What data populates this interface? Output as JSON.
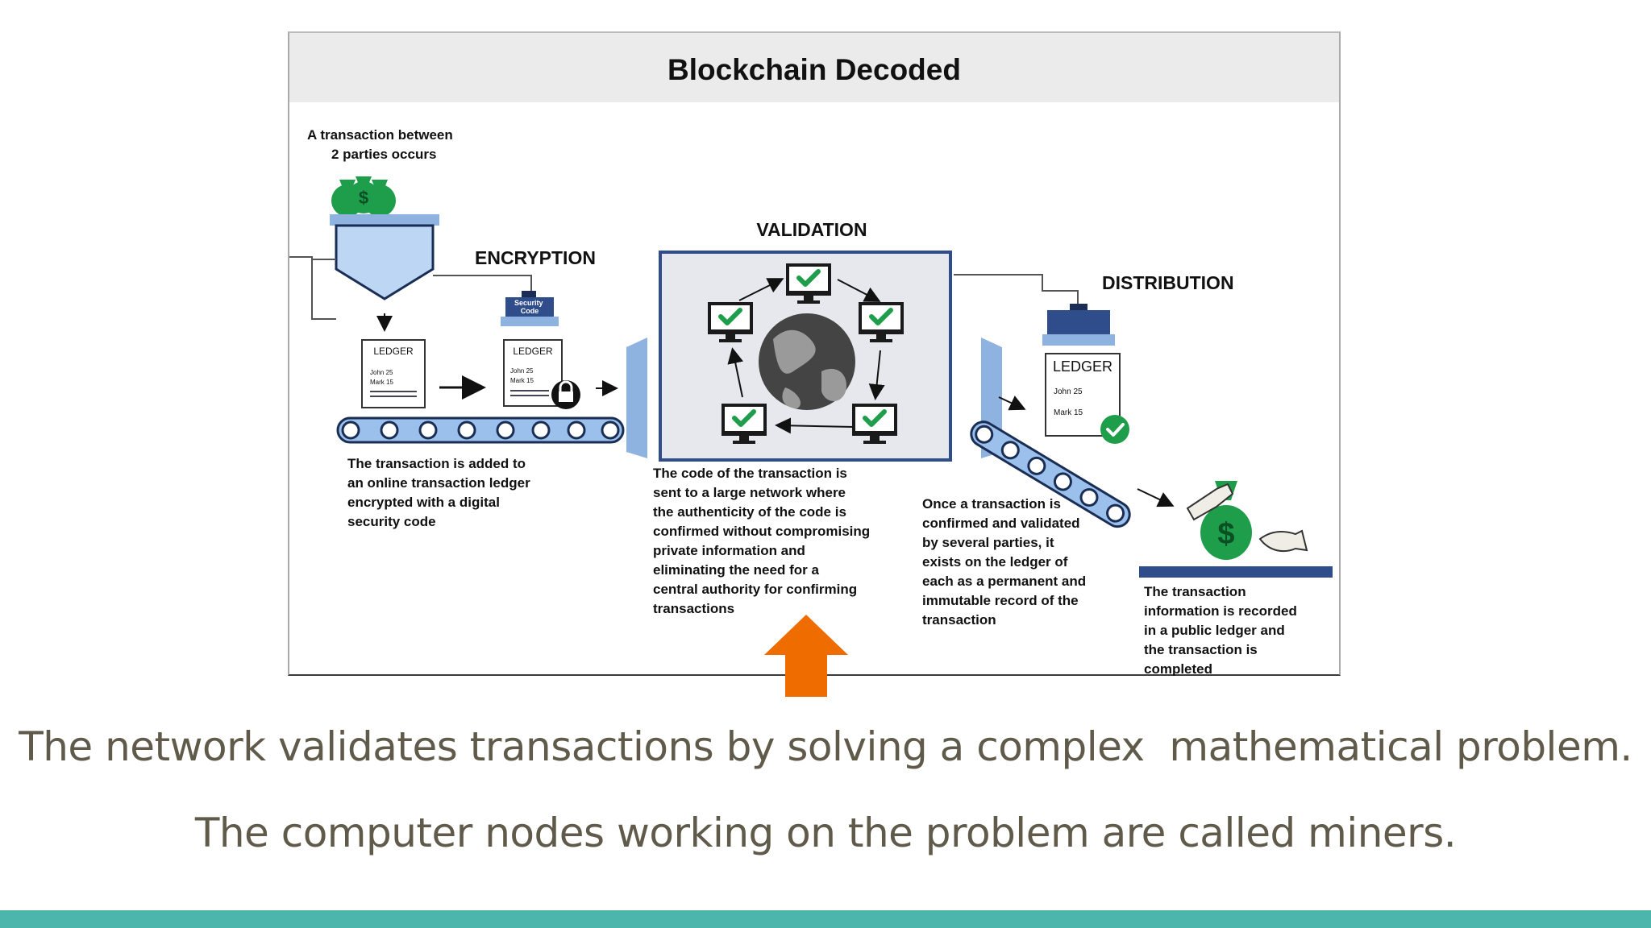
{
  "diagram": {
    "title": "Blockchain Decoded",
    "stages": {
      "transaction": {
        "label_lines": [
          "A transaction between",
          "2 parties occurs"
        ]
      },
      "encryption": {
        "heading": "ENCRYPTION",
        "security_code_lines": [
          "Security",
          "Code"
        ],
        "description_lines": [
          "The transaction is added to",
          "an online transaction ledger",
          "encrypted with a digital",
          "security code"
        ]
      },
      "validation": {
        "heading": "VALIDATION",
        "description_lines": [
          "The code of the transaction is",
          "sent to a large network where",
          "the authenticity of the code is",
          "confirmed without compromising",
          "private information and",
          "eliminating the need for a",
          "central authority for confirming",
          "transactions"
        ]
      },
      "distribution": {
        "heading": "DISTRIBUTION",
        "description_lines": [
          "Once a transaction is",
          "confirmed and validated",
          "by several parties, it",
          "exists on the ledger of",
          "each as a permanent and",
          "immutable record of the",
          "transaction"
        ]
      },
      "completion": {
        "description_lines": [
          "The transaction",
          "information is recorded",
          "in a public ledger and",
          "the transaction is",
          "completed"
        ]
      }
    },
    "ledgers": {
      "small_title": "LEDGER",
      "small_rows": [
        "John  25",
        "Mark  15"
      ],
      "large_title": "LEDGER",
      "large_rows": [
        "John  25",
        "Mark  15"
      ]
    },
    "money_symbol": "$"
  },
  "captions": {
    "line1": "The network validates transactions by solving a complex  mathematical problem.",
    "line2": "The computer nodes working on the problem are called miners."
  },
  "colors": {
    "accent_teal": "#4db6ac",
    "arrow_orange": "#ef6c00",
    "diagram_blue": "#2f4d8a",
    "check_green": "#1e9e4a",
    "caption_text": "#5f5a4a"
  },
  "icons": [
    "money-bag-icon",
    "hopper-icon",
    "security-code-box-icon",
    "lock-icon",
    "globe-icon",
    "monitor-check-icon",
    "check-badge-icon",
    "hand-icon",
    "up-arrow-icon"
  ]
}
